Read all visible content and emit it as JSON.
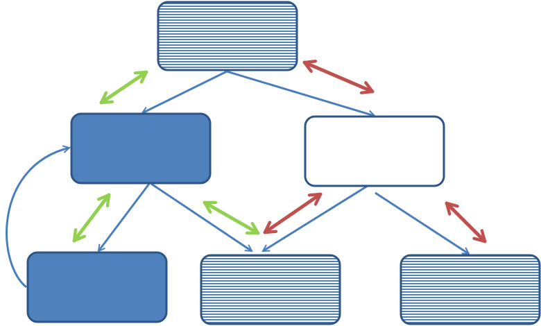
{
  "diagram": {
    "colors": {
      "node_fill": "#4f81bd",
      "node_stroke": "#2e5586",
      "hatch_line": "#4f81bd",
      "connector": "#4a7ebb",
      "green_arrow": "#92d050",
      "red_arrow": "#c0504d",
      "background": "#ffffff"
    },
    "nodes": [
      {
        "id": "top",
        "style": "hatched",
        "label": ""
      },
      {
        "id": "mid-left",
        "style": "solid",
        "label": ""
      },
      {
        "id": "mid-right",
        "style": "outline",
        "label": ""
      },
      {
        "id": "bottom-left",
        "style": "solid",
        "label": ""
      },
      {
        "id": "bottom-middle",
        "style": "hatched",
        "label": ""
      },
      {
        "id": "bottom-right",
        "style": "hatched",
        "label": ""
      }
    ],
    "connectors": [
      {
        "from": "top",
        "to": "mid-left"
      },
      {
        "from": "top",
        "to": "mid-right"
      },
      {
        "from": "mid-left",
        "to": "bottom-left"
      },
      {
        "from": "mid-left",
        "to": "bottom-middle"
      },
      {
        "from": "mid-right",
        "to": "bottom-middle"
      },
      {
        "from": "mid-right",
        "to": "bottom-right"
      },
      {
        "from": "bottom-left",
        "to": "mid-left",
        "curved": true
      }
    ],
    "double_arrows": [
      {
        "color": "green",
        "between": [
          "top",
          "mid-left"
        ]
      },
      {
        "color": "red",
        "between": [
          "top",
          "mid-right"
        ]
      },
      {
        "color": "green",
        "between": [
          "mid-left",
          "bottom-left"
        ]
      },
      {
        "color": "green",
        "between": [
          "mid-left",
          "bottom-middle"
        ]
      },
      {
        "color": "red",
        "between": [
          "mid-right",
          "bottom-middle"
        ]
      },
      {
        "color": "red",
        "between": [
          "mid-right",
          "bottom-right"
        ]
      }
    ]
  }
}
